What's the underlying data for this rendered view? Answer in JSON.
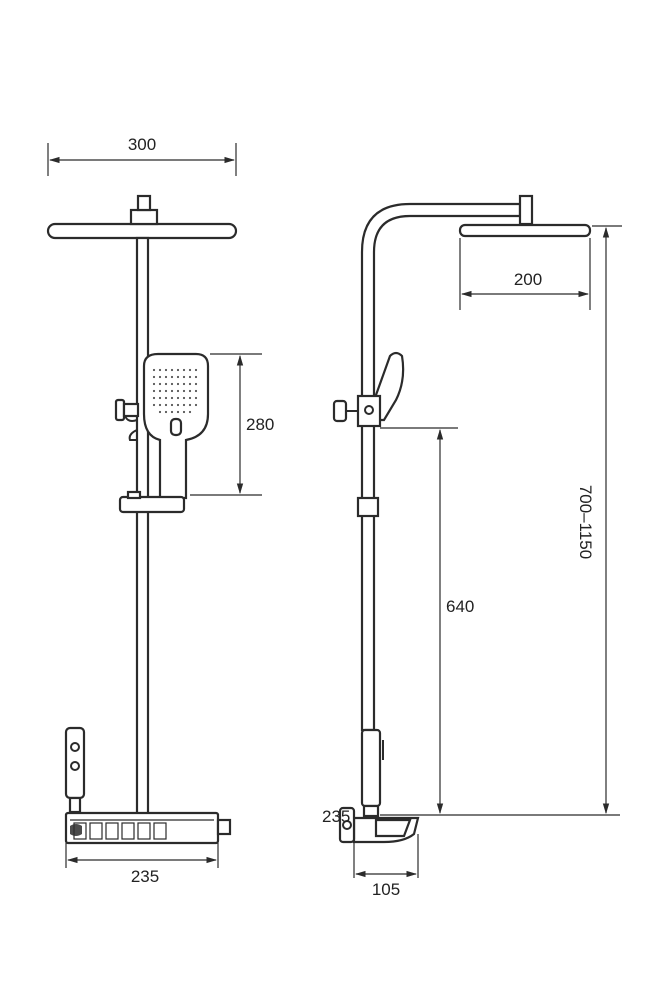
{
  "dimensions": {
    "headshower_width": "300",
    "handheld_height": "280",
    "bottom_width": "235",
    "side_bracket": "235",
    "arm_reach": "200",
    "slider_height": "640",
    "column_adjust": "700–1150",
    "spout_depth": "105"
  }
}
